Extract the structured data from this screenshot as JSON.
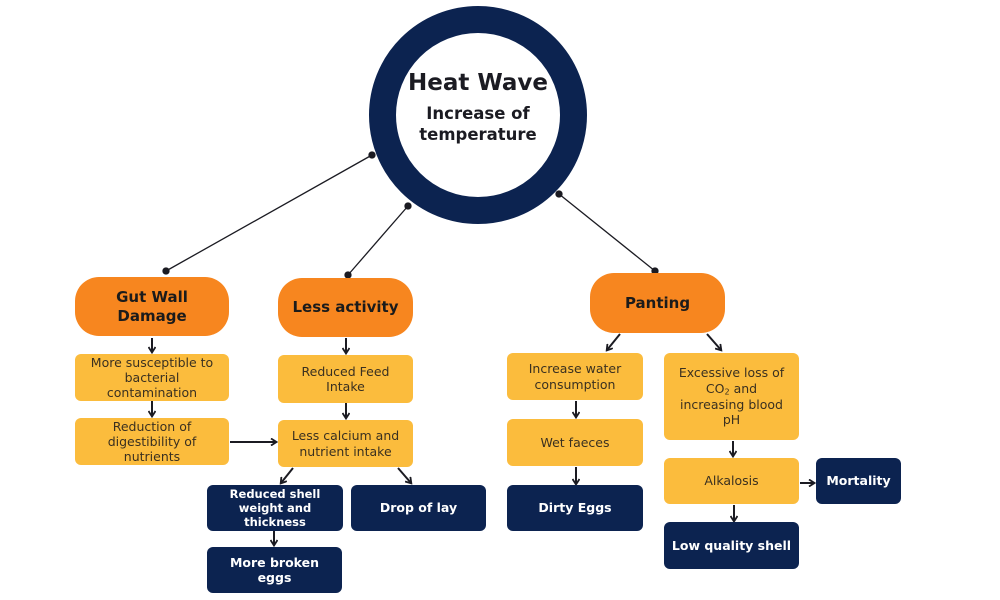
{
  "center": {
    "title": "Heat Wave",
    "subtitle": "Increase of temperature"
  },
  "branches": {
    "gut": {
      "label": "Gut Wall Damage",
      "effects": [
        "More susceptible to bacterial contamination",
        "Reduction of digestibility of nutrients"
      ]
    },
    "activity": {
      "label": "Less activity",
      "effects": [
        "Reduced Feed Intake",
        "Less calcium and nutrient intake"
      ],
      "outcomes": [
        "Reduced shell weight and thickness",
        "Drop of lay",
        "More broken eggs"
      ]
    },
    "panting": {
      "label": "Panting",
      "water_path": [
        "Increase water consumption",
        "Wet faeces"
      ],
      "water_outcome": "Dirty Eggs",
      "co2_path": {
        "pre": "Excessive loss of CO",
        "sub": "2",
        "post": " and increasing blood pH"
      },
      "alkalosis": "Alkalosis",
      "alkalosis_outcomes": [
        "Mortality",
        "Low quality shell"
      ]
    }
  },
  "colors": {
    "navy": "#0c2350",
    "orange": "#f7861f",
    "yellow": "#fbbc3d",
    "line": "#1b1b22"
  }
}
